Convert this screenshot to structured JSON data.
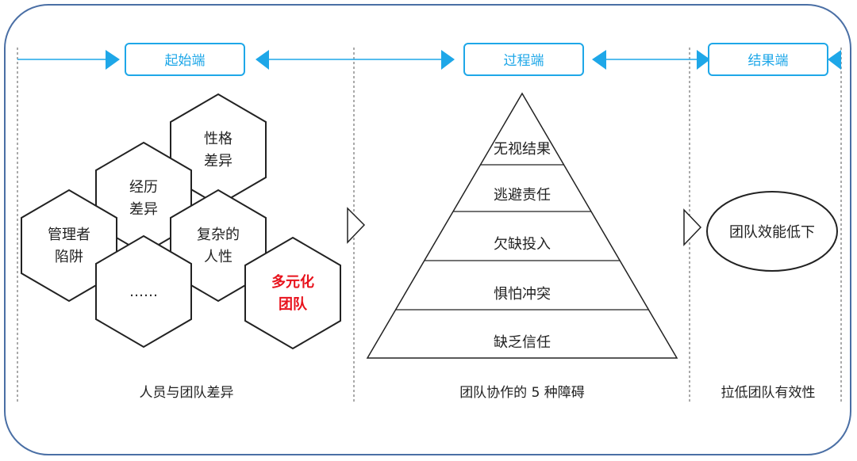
{
  "colors": {
    "frame": "#4a6fa5",
    "accent": "#1ea7e8",
    "ink": "#222222",
    "highlight": "#e8121c",
    "divider": "#555555"
  },
  "stages": {
    "start": "起始端",
    "process": "过程端",
    "result": "结果端"
  },
  "hexagons": [
    {
      "lines": [
        "性格",
        "差异"
      ],
      "highlight": false
    },
    {
      "lines": [
        "经历",
        "差异"
      ],
      "highlight": false
    },
    {
      "lines": [
        "管理者",
        "陷阱"
      ],
      "highlight": false
    },
    {
      "lines": [
        "复杂的",
        "人性"
      ],
      "highlight": false
    },
    {
      "lines": [
        "……"
      ],
      "highlight": false
    },
    {
      "lines": [
        "多元化",
        "团队"
      ],
      "highlight": true
    }
  ],
  "pyramid_levels": [
    "无视结果",
    "逃避责任",
    "欠缺投入",
    "惧怕冲突",
    "缺乏信任"
  ],
  "result_ellipse": "团队效能低下",
  "captions": {
    "left": "人员与团队差异",
    "middle": "团队协作的 5 种障碍",
    "right": "拉低团队有效性"
  },
  "icons": {
    "stage_arrow": "filled-triangle-arrow-icon",
    "flow_arrow": "outline-triangle-arrow-icon"
  }
}
